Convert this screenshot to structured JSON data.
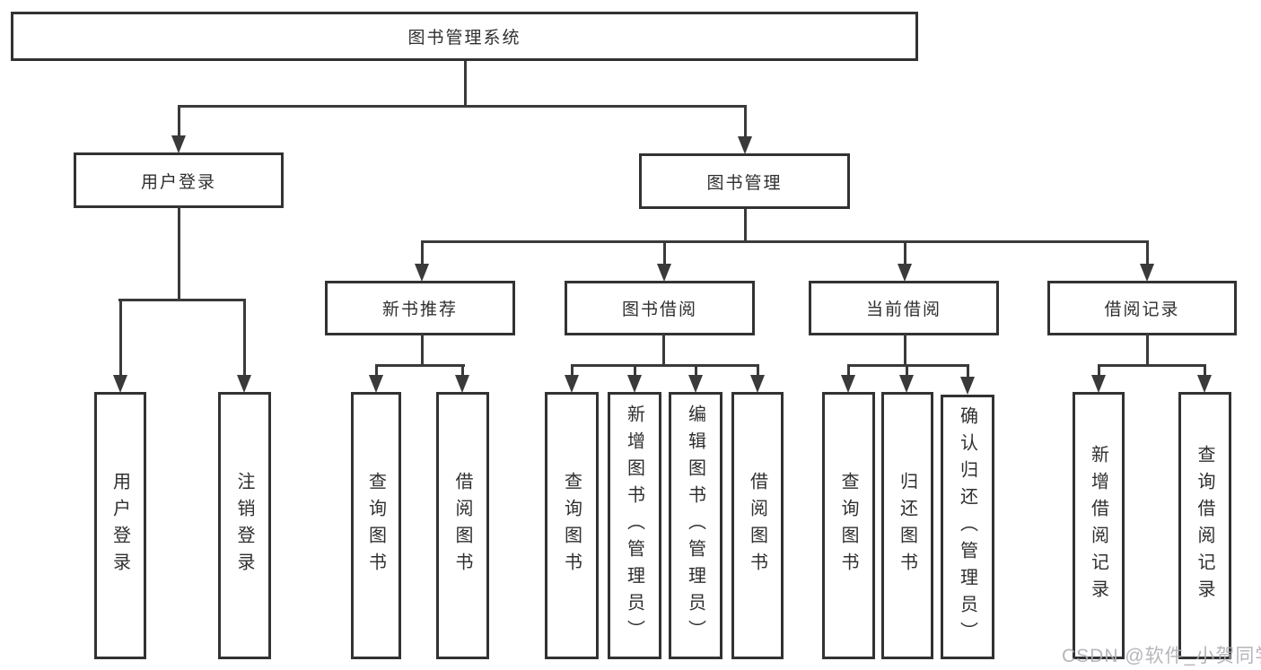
{
  "tree": {
    "root": {
      "label": "图书管理系统",
      "children": [
        {
          "label": "用户登录",
          "children": [
            {
              "label": "用户登录"
            },
            {
              "label": "注销登录"
            }
          ]
        },
        {
          "label": "图书管理",
          "children": [
            {
              "label": "新书推荐",
              "children": [
                {
                  "label": "查询图书"
                },
                {
                  "label": "借阅图书"
                }
              ]
            },
            {
              "label": "图书借阅",
              "children": [
                {
                  "label": "查询图书"
                },
                {
                  "label": "新增图书（管理员）"
                },
                {
                  "label": "编辑图书（管理员）"
                },
                {
                  "label": "借阅图书"
                }
              ]
            },
            {
              "label": "当前借阅",
              "children": [
                {
                  "label": "查询图书"
                },
                {
                  "label": "归还图书"
                },
                {
                  "label": "确认归还（管理员）"
                }
              ]
            },
            {
              "label": "借阅记录",
              "children": [
                {
                  "label": "新增借阅记录"
                },
                {
                  "label": "查询借阅记录"
                }
              ]
            }
          ]
        }
      ]
    }
  },
  "watermark": {
    "text": "CSDN @软件_小贺同学"
  },
  "colors": {
    "line": "#3a3a3a",
    "box_border": "#323232",
    "text": "#2f2f2f",
    "watermark": "#adadb4",
    "background": "#ffffff"
  }
}
